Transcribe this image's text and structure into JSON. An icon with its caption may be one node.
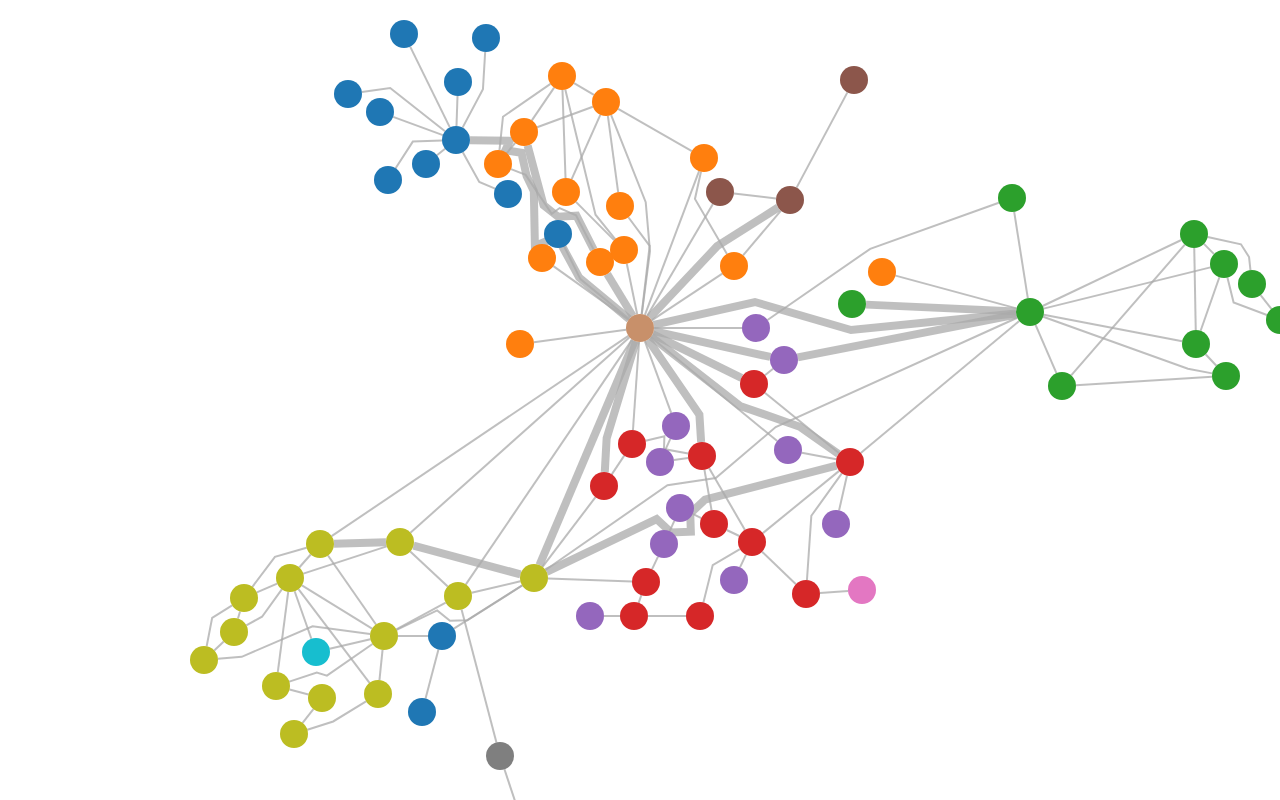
{
  "diagram": {
    "nodes": [
      {
        "text": [],
        "shape": "circle"
      },
      {
        "text": [],
        "shape": "circle"
      },
      {
        "text": [],
        "shape": "circle"
      },
      {
        "text": [],
        "shape": "circle"
      },
      {
        "text": [],
        "shape": "circle"
      },
      {
        "text": [],
        "shape": "circle"
      },
      {
        "text": [],
        "shape": "circle"
      },
      {
        "text": [],
        "shape": "circle"
      },
      {
        "text": [],
        "shape": "circle"
      },
      {
        "text": [],
        "shape": "circle"
      },
      {
        "text": [],
        "shape": "circle"
      },
      {
        "text": [],
        "shape": "circle"
      },
      {
        "text": [],
        "shape": "circle"
      },
      {
        "text": [],
        "shape": "circle"
      },
      {
        "text": [],
        "shape": "circle"
      },
      {
        "text": [],
        "shape": "circle"
      },
      {
        "text": [],
        "shape": "circle"
      },
      {
        "text": [],
        "shape": "circle"
      },
      {
        "text": [],
        "shape": "circle"
      },
      {
        "text": [],
        "shape": "circle"
      },
      {
        "text": [],
        "shape": "circle"
      },
      {
        "text": [],
        "shape": "circle"
      },
      {
        "text": [],
        "shape": "circle"
      },
      {
        "text": [],
        "shape": "circle"
      },
      {
        "text": [],
        "shape": "circle"
      },
      {
        "text": [],
        "shape": "circle"
      },
      {
        "text": [],
        "shape": "circle"
      },
      {
        "text": [],
        "shape": "circle"
      },
      {
        "text": [],
        "shape": "circle"
      },
      {
        "text": [],
        "shape": "circle"
      },
      {
        "text": [],
        "shape": "circle"
      },
      {
        "text": [],
        "shape": "circle"
      },
      {
        "text": [],
        "shape": "circle"
      },
      {
        "text": [],
        "shape": "circle"
      },
      {
        "text": [],
        "shape": "circle"
      },
      {
        "text": [],
        "shape": "circle"
      },
      {
        "text": [],
        "shape": "circle"
      },
      {
        "text": [],
        "shape": "circle"
      },
      {
        "text": [],
        "shape": "circle"
      },
      {
        "text": [],
        "shape": "circle"
      },
      {
        "text": [],
        "shape": "circle"
      },
      {
        "text": [],
        "shape": "circle"
      },
      {
        "text": [],
        "shape": "circle"
      },
      {
        "text": [],
        "shape": "circle"
      },
      {
        "text": [],
        "shape": "circle"
      },
      {
        "text": [],
        "shape": "circle"
      },
      {
        "text": [],
        "shape": "circle"
      },
      {
        "text": [],
        "shape": "circle"
      },
      {
        "text": [],
        "shape": "circle"
      },
      {
        "text": [],
        "shape": "circle"
      },
      {
        "text": [],
        "shape": "circle"
      },
      {
        "text": [],
        "shape": "circle"
      },
      {
        "text": [],
        "shape": "circle"
      },
      {
        "text": [],
        "shape": "circle"
      },
      {
        "text": [],
        "shape": "circle"
      },
      {
        "text": [],
        "shape": "circle"
      },
      {
        "text": [],
        "shape": "circle"
      },
      {
        "text": [],
        "shape": "circle"
      },
      {
        "text": [],
        "shape": "circle"
      },
      {
        "text": [],
        "shape": "circle"
      },
      {
        "text": [],
        "shape": "circle"
      },
      {
        "text": [],
        "shape": "circle"
      },
      {
        "text": [],
        "shape": "circle"
      },
      {
        "text": [],
        "shape": "circle"
      },
      {
        "text": [],
        "shape": "circle"
      },
      {
        "text": [],
        "shape": "circle"
      },
      {
        "text": [],
        "shape": "circle"
      },
      {
        "text": [],
        "shape": "circle"
      },
      {
        "text": [],
        "shape": "circle"
      },
      {
        "text": [],
        "shape": "circle"
      },
      {
        "text": [],
        "shape": "circle"
      },
      {
        "text": [],
        "shape": "circle"
      },
      {
        "text": [],
        "shape": "circle"
      },
      {
        "text": [],
        "shape": "circle"
      },
      {
        "text": [],
        "shape": "circle"
      },
      {
        "text": [],
        "shape": "circle"
      }
    ],
    "edges": [
      {
        "from": 0,
        "to": 5,
        "arrow": "none"
      },
      {
        "from": 1,
        "to": 5,
        "arrow": "none"
      },
      {
        "from": 2,
        "to": 5,
        "arrow": "none"
      },
      {
        "from": 3,
        "to": 5,
        "arrow": "none"
      },
      {
        "from": 4,
        "to": 5,
        "arrow": "none"
      },
      {
        "from": 7,
        "to": 5,
        "arrow": "none"
      },
      {
        "from": 6,
        "to": 5,
        "arrow": "none"
      },
      {
        "from": 8,
        "to": 5,
        "arrow": "none"
      },
      {
        "from": 5,
        "to": 28,
        "arrow": "none",
        "style": "thick"
      },
      {
        "from": 9,
        "to": 28,
        "arrow": "none"
      },
      {
        "from": 10,
        "to": 66,
        "arrow": "none"
      },
      {
        "from": 11,
        "to": 10,
        "arrow": "none"
      },
      {
        "from": 10,
        "to": 69,
        "arrow": "none"
      },
      {
        "from": 12,
        "to": 13,
        "arrow": "none"
      },
      {
        "from": 12,
        "to": 14,
        "arrow": "none"
      },
      {
        "from": 12,
        "to": 19,
        "arrow": "none"
      },
      {
        "from": 13,
        "to": 28,
        "arrow": "none"
      },
      {
        "from": 13,
        "to": 16,
        "arrow": "none"
      },
      {
        "from": 14,
        "to": 15,
        "arrow": "none"
      },
      {
        "from": 14,
        "to": 20,
        "arrow": "none",
        "style": "thick"
      },
      {
        "from": 15,
        "to": 20,
        "arrow": "none"
      },
      {
        "from": 16,
        "to": 28,
        "arrow": "none"
      },
      {
        "from": 17,
        "to": 19,
        "arrow": "none"
      },
      {
        "from": 18,
        "to": 28,
        "arrow": "none"
      },
      {
        "from": 19,
        "to": 28,
        "arrow": "none"
      },
      {
        "from": 20,
        "to": 28,
        "arrow": "none",
        "style": "thick"
      },
      {
        "from": 21,
        "to": 28,
        "arrow": "none"
      },
      {
        "from": 22,
        "to": 28,
        "arrow": "none"
      },
      {
        "from": 23,
        "to": 31,
        "arrow": "none"
      },
      {
        "from": 24,
        "to": 28,
        "arrow": "none"
      },
      {
        "from": 12,
        "to": 17,
        "arrow": "none"
      },
      {
        "from": 13,
        "to": 17,
        "arrow": "none"
      },
      {
        "from": 16,
        "to": 22,
        "arrow": "none"
      },
      {
        "from": 14,
        "to": 13,
        "arrow": "none"
      },
      {
        "from": 15,
        "to": 12,
        "arrow": "none"
      },
      {
        "from": 18,
        "to": 13,
        "arrow": "none"
      },
      {
        "from": 25,
        "to": 27,
        "arrow": "none"
      },
      {
        "from": 26,
        "to": 27,
        "arrow": "none"
      },
      {
        "from": 27,
        "to": 28,
        "arrow": "none",
        "style": "thick"
      },
      {
        "from": 26,
        "to": 28,
        "arrow": "none"
      },
      {
        "from": 27,
        "to": 22,
        "arrow": "none"
      },
      {
        "from": 29,
        "to": 31,
        "arrow": "none"
      },
      {
        "from": 30,
        "to": 31,
        "arrow": "none",
        "style": "thick"
      },
      {
        "from": 31,
        "to": 28,
        "arrow": "none",
        "style": "thick"
      },
      {
        "from": 31,
        "to": 32,
        "arrow": "none"
      },
      {
        "from": 31,
        "to": 33,
        "arrow": "none"
      },
      {
        "from": 31,
        "to": 35,
        "arrow": "none"
      },
      {
        "from": 31,
        "to": 36,
        "arrow": "none"
      },
      {
        "from": 31,
        "to": 37,
        "arrow": "none"
      },
      {
        "from": 32,
        "to": 33,
        "arrow": "none"
      },
      {
        "from": 32,
        "to": 34,
        "arrow": "none"
      },
      {
        "from": 32,
        "to": 35,
        "arrow": "none"
      },
      {
        "from": 33,
        "to": 35,
        "arrow": "none"
      },
      {
        "from": 35,
        "to": 36,
        "arrow": "none"
      },
      {
        "from": 36,
        "to": 37,
        "arrow": "none"
      },
      {
        "from": 37,
        "to": 32,
        "arrow": "none"
      },
      {
        "from": 34,
        "to": 38,
        "arrow": "none"
      },
      {
        "from": 33,
        "to": 38,
        "arrow": "none"
      },
      {
        "from": 31,
        "to": 40,
        "arrow": "none",
        "style": "thick"
      },
      {
        "from": 29,
        "to": 39,
        "arrow": "none"
      },
      {
        "from": 28,
        "to": 39,
        "arrow": "none"
      },
      {
        "from": 28,
        "to": 40,
        "arrow": "none",
        "style": "thick"
      },
      {
        "from": 28,
        "to": 49,
        "arrow": "none",
        "style": "thick"
      },
      {
        "from": 28,
        "to": 43,
        "arrow": "none"
      },
      {
        "from": 28,
        "to": 53,
        "arrow": "none",
        "style": "thick"
      },
      {
        "from": 28,
        "to": 51,
        "arrow": "none",
        "style": "thick"
      },
      {
        "from": 28,
        "to": 52,
        "arrow": "none",
        "style": "thick"
      },
      {
        "from": 28,
        "to": 66,
        "arrow": "none",
        "style": "thick"
      },
      {
        "from": 28,
        "to": 41,
        "arrow": "none"
      },
      {
        "from": 28,
        "to": 50,
        "arrow": "none"
      },
      {
        "from": 40,
        "to": 49,
        "arrow": "none"
      },
      {
        "from": 49,
        "to": 53,
        "arrow": "none"
      },
      {
        "from": 53,
        "to": 66,
        "arrow": "none",
        "style": "thick"
      },
      {
        "from": 51,
        "to": 54,
        "arrow": "none"
      },
      {
        "from": 54,
        "to": 55,
        "arrow": "none"
      },
      {
        "from": 55,
        "to": 53,
        "arrow": "none"
      },
      {
        "from": 50,
        "to": 51,
        "arrow": "none"
      },
      {
        "from": 41,
        "to": 42,
        "arrow": "none"
      },
      {
        "from": 42,
        "to": 51,
        "arrow": "none"
      },
      {
        "from": 44,
        "to": 54,
        "arrow": "none"
      },
      {
        "from": 45,
        "to": 56,
        "arrow": "none"
      },
      {
        "from": 56,
        "to": 57,
        "arrow": "none"
      },
      {
        "from": 57,
        "to": 58,
        "arrow": "none"
      },
      {
        "from": 58,
        "to": 55,
        "arrow": "none"
      },
      {
        "from": 55,
        "to": 59,
        "arrow": "none"
      },
      {
        "from": 59,
        "to": 53,
        "arrow": "none"
      },
      {
        "from": 46,
        "to": 53,
        "arrow": "none"
      },
      {
        "from": 47,
        "to": 55,
        "arrow": "none"
      },
      {
        "from": 48,
        "to": 57,
        "arrow": "none"
      },
      {
        "from": 60,
        "to": 59,
        "arrow": "none"
      },
      {
        "from": 52,
        "to": 66,
        "arrow": "none"
      },
      {
        "from": 56,
        "to": 66,
        "arrow": "none"
      },
      {
        "from": 43,
        "to": 53,
        "arrow": "none"
      },
      {
        "from": 53,
        "to": 31,
        "arrow": "none"
      },
      {
        "from": 51,
        "to": 55,
        "arrow": "none"
      },
      {
        "from": 44,
        "to": 45,
        "arrow": "none"
      },
      {
        "from": 52,
        "to": 50,
        "arrow": "none"
      },
      {
        "from": 61,
        "to": 62,
        "arrow": "none",
        "style": "thick"
      },
      {
        "from": 61,
        "to": 64,
        "arrow": "none"
      },
      {
        "from": 61,
        "to": 63,
        "arrow": "none"
      },
      {
        "from": 62,
        "to": 64,
        "arrow": "none"
      },
      {
        "from": 62,
        "to": 65,
        "arrow": "none"
      },
      {
        "from": 62,
        "to": 66,
        "arrow": "none",
        "style": "thick"
      },
      {
        "from": 63,
        "to": 64,
        "arrow": "none"
      },
      {
        "from": 63,
        "to": 67,
        "arrow": "none"
      },
      {
        "from": 64,
        "to": 67,
        "arrow": "none"
      },
      {
        "from": 64,
        "to": 69,
        "arrow": "none"
      },
      {
        "from": 64,
        "to": 70,
        "arrow": "none"
      },
      {
        "from": 65,
        "to": 66,
        "arrow": "none"
      },
      {
        "from": 66,
        "to": 69,
        "arrow": "none"
      },
      {
        "from": 67,
        "to": 68,
        "arrow": "none"
      },
      {
        "from": 68,
        "to": 69,
        "arrow": "none"
      },
      {
        "from": 69,
        "to": 70,
        "arrow": "none"
      },
      {
        "from": 69,
        "to": 73,
        "arrow": "none"
      },
      {
        "from": 70,
        "to": 71,
        "arrow": "none"
      },
      {
        "from": 71,
        "to": 72,
        "arrow": "none"
      },
      {
        "from": 72,
        "to": 73,
        "arrow": "none"
      },
      {
        "from": 73,
        "to": 64,
        "arrow": "none"
      },
      {
        "from": 74,
        "to": 69,
        "arrow": "none"
      },
      {
        "from": 74,
        "to": 64,
        "arrow": "none"
      },
      {
        "from": 61,
        "to": 69,
        "arrow": "none"
      },
      {
        "from": 63,
        "to": 68,
        "arrow": "none"
      },
      {
        "from": 65,
        "to": 69,
        "arrow": "none"
      },
      {
        "from": 75,
        "to": 65,
        "arrow": "none"
      },
      {
        "from": 61,
        "to": 28,
        "arrow": "none"
      },
      {
        "from": 62,
        "to": 28,
        "arrow": "none"
      },
      {
        "from": 65,
        "to": 28,
        "arrow": "none"
      },
      {
        "from": 66,
        "to": 31,
        "arrow": "none"
      },
      {
        "from": 75,
        "to": null,
        "arrow": "none"
      }
    ]
  }
}
